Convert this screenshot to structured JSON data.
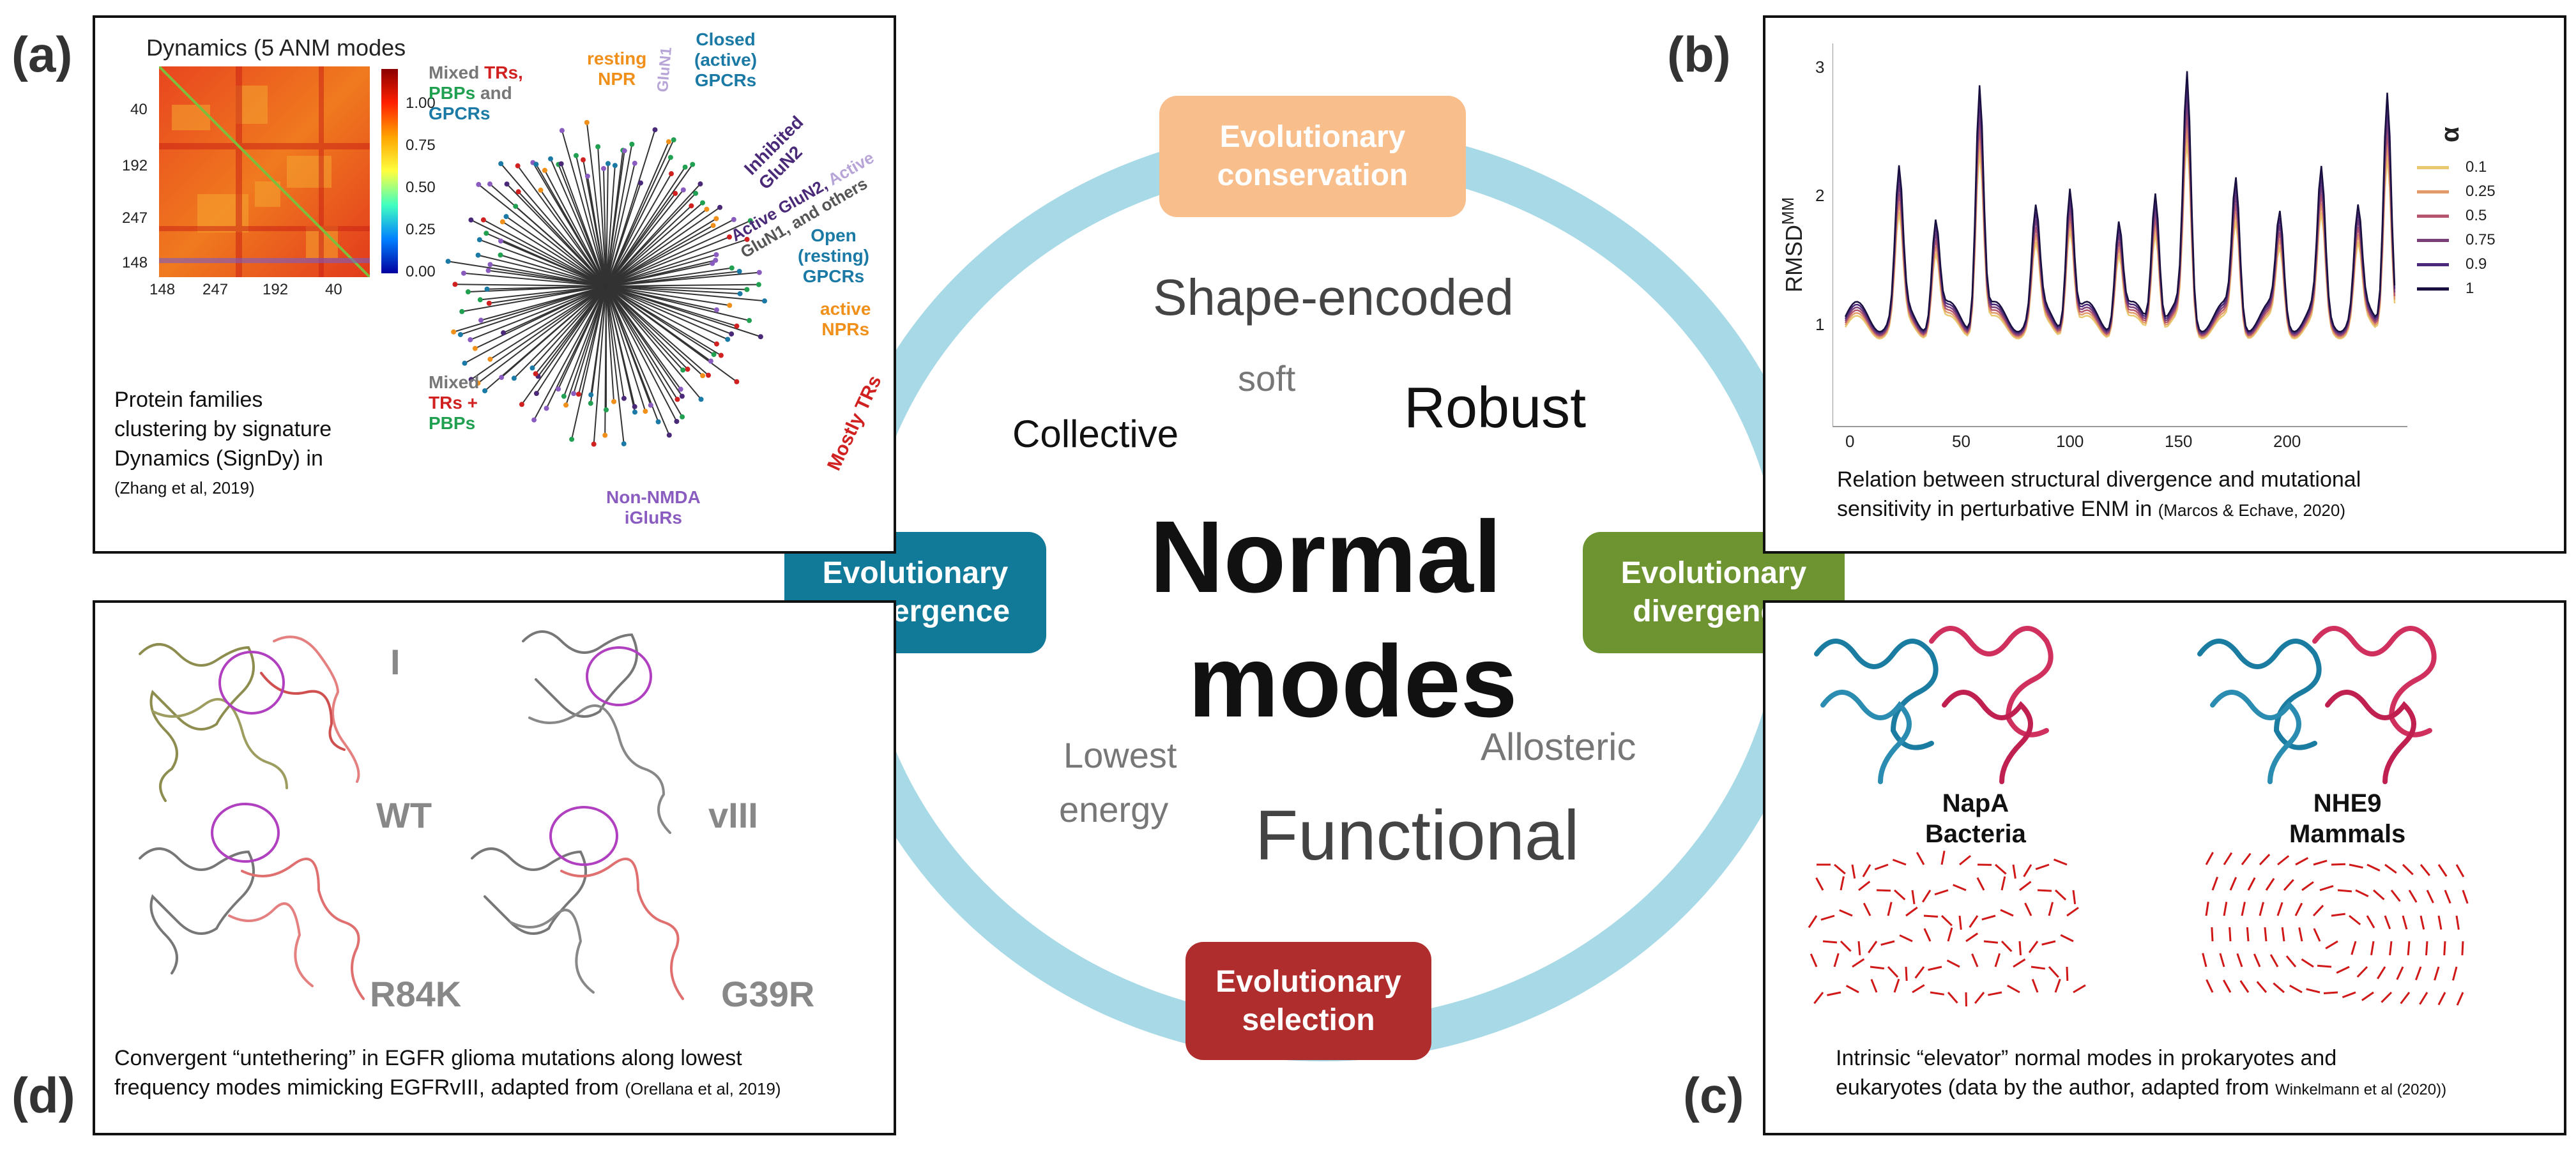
{
  "center": {
    "title_line1": "Normal",
    "title_line2": "modes",
    "words": {
      "shape_encoded": "Shape-encoded",
      "soft": "soft",
      "robust": "Robust",
      "collective": "Collective",
      "allosteric": "Allosteric",
      "lowest": "Lowest",
      "energy": "energy",
      "functional": "Functional"
    },
    "boxes": {
      "conservation": {
        "line1": "Evolutionary",
        "line2": "conservation",
        "color": "#f8be8c"
      },
      "convergence": {
        "line1": "Evolutionary",
        "line2": "convergence",
        "color": "#127a99"
      },
      "divergence": {
        "line1": "Evolutionary",
        "line2": "divergence",
        "color": "#6e9431"
      },
      "selection": {
        "line1": "Evolutionary",
        "line2": "selection",
        "color": "#b02d2d"
      }
    },
    "ring_color": "#a8d9e6"
  },
  "panel_a": {
    "label": "(a)",
    "heatmap_title": "Dynamics (5 ANM modes",
    "y_ticks": [
      "40",
      "192",
      "247",
      "148"
    ],
    "x_ticks": [
      "148",
      "247",
      "192",
      "40"
    ],
    "colorbar_ticks": [
      "1.00",
      "0.75",
      "0.50",
      "0.25",
      "0.00"
    ],
    "tree_labels": {
      "mixed_top_1": "Mixed",
      "mixed_top_trs": "TRs,",
      "mixed_top_pbps": "PBPs",
      "mixed_top_and": "and",
      "mixed_top_gpcrs": "GPCRs",
      "resting_npr_1": "resting",
      "resting_npr_2": "NPR",
      "glun1": "GluN1",
      "closed_1": "Closed",
      "closed_2": "(active)",
      "closed_3": "GPCRs",
      "inhibited_1": "Inhibited",
      "inhibited_2": "GluN2",
      "active_glun2": "Active GluN2,",
      "active_word": "Active",
      "glun1_others": "GluN1, and others",
      "open_1": "Open",
      "open_2": "(resting)",
      "open_3": "GPCRs",
      "active_nprs_1": "active",
      "active_nprs_2": "NPRs",
      "mixed_bot_1": "Mixed",
      "mixed_bot_2": "TRs +",
      "mixed_bot_3": "PBPs",
      "non_nmda_1": "Non-NMDA",
      "non_nmda_2": "iGluRs",
      "mostly_trs": "Mostly TRs"
    },
    "caption_line1": "Protein families",
    "caption_line2": "clustering by signature",
    "caption_line3": "Dynamics (SignDy) in",
    "caption_ref": "(Zhang et al, 2019)"
  },
  "panel_b": {
    "label": "(b)",
    "ylabel": "RMSD",
    "ylabel_sup": "MM",
    "y_ticks": [
      "3",
      "2",
      "1"
    ],
    "x_ticks": [
      "0",
      "50",
      "100",
      "150",
      "200"
    ],
    "legend_title": "α",
    "legend": [
      {
        "name": "0.1",
        "color": "#e8c870"
      },
      {
        "name": "0.25",
        "color": "#e39a6a"
      },
      {
        "name": "0.5",
        "color": "#b5566e"
      },
      {
        "name": "0.75",
        "color": "#7a3f78"
      },
      {
        "name": "0.9",
        "color": "#4a2a78"
      },
      {
        "name": "1",
        "color": "#1a1040"
      }
    ],
    "caption_line1": "Relation between structural divergence and mutational",
    "caption_line2": "sensitivity in perturbative ENM in",
    "caption_ref": "(Marcos & Echave, 2020)"
  },
  "panel_c": {
    "label": "(c)",
    "napa_1": "NapA",
    "napa_2": "Bacteria",
    "nhe9_1": "NHE9",
    "nhe9_2": "Mammals",
    "caption_line1": "Intrinsic “elevator” normal modes in prokaryotes and",
    "caption_line2": "eukaryotes (data by the author, adapted from",
    "caption_ref": "Winkelmann et al (2020))"
  },
  "panel_d": {
    "label": "(d)",
    "struct_i": "I",
    "struct_wt": "WT",
    "struct_viii": "vIII",
    "struct_r84k": "R84K",
    "struct_g39r": "G39R",
    "caption_line1": "Convergent “untethering” in EGFR glioma mutations along lowest",
    "caption_line2": "frequency modes mimicking EGFRvIII, adapted from",
    "caption_ref": "(Orellana et al, 2019)"
  }
}
